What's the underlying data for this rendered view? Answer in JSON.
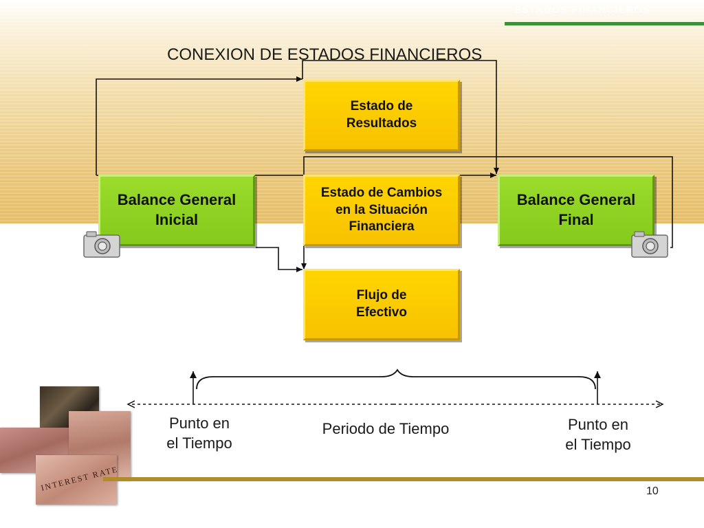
{
  "slide": {
    "title": "CONEXION DE ESTADOS FINANCIEROS",
    "header_faded_text": "ESTADOS FINANCIEROS",
    "page_number": "10"
  },
  "boxes": {
    "estado_resultados": "Estado de\nResultados",
    "estado_cambios": "Estado de Cambios\nen la Situación\nFinanciera",
    "flujo_efectivo": "Flujo de\nEfectivo",
    "balance_inicial": "Balance General\nInicial",
    "balance_final": "Balance General\nFinal"
  },
  "timeline": {
    "left_label": "Punto en\nel Tiempo",
    "middle_label": "Periodo de Tiempo",
    "right_label": "Punto en\nel Tiempo"
  },
  "photo": {
    "caption": "INTEREST RATES"
  },
  "colors": {
    "yellow_box": "#f9c800",
    "green_box": "#8fd21f",
    "accent_green": "#3f8f3a",
    "accent_gold": "#b08d2a"
  },
  "icons": [
    "camera-icon",
    "camera-icon"
  ]
}
